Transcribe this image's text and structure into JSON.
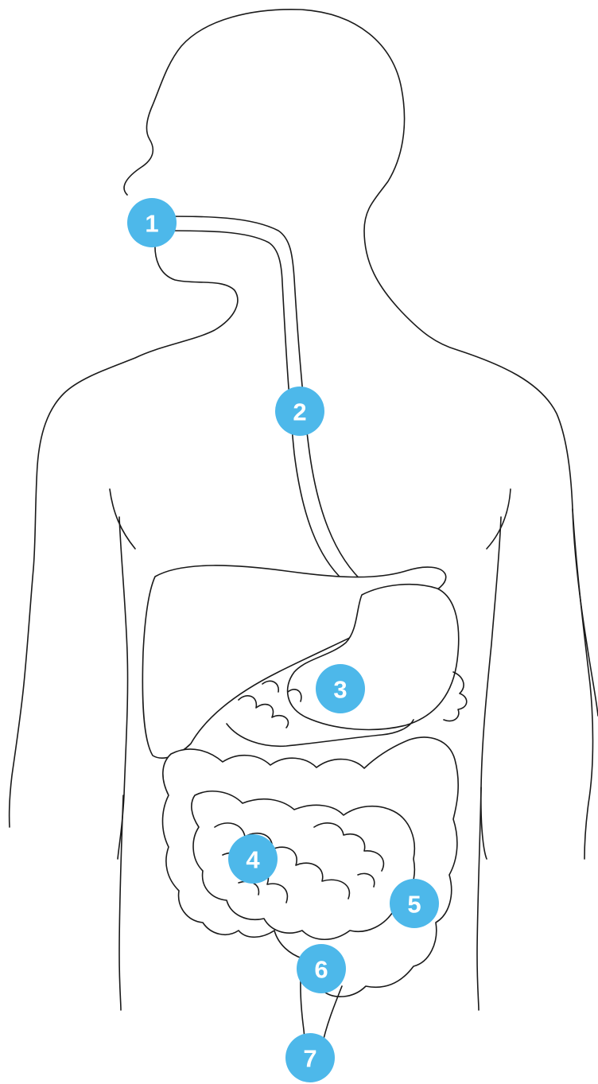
{
  "diagram": {
    "marker_color": "#4db8ea",
    "markers": [
      {
        "id": "mouth",
        "label": "1"
      },
      {
        "id": "esophagus",
        "label": "2"
      },
      {
        "id": "stomach",
        "label": "3"
      },
      {
        "id": "small-intestine",
        "label": "4"
      },
      {
        "id": "large-intestine",
        "label": "5"
      },
      {
        "id": "rectum",
        "label": "6"
      },
      {
        "id": "anus",
        "label": "7"
      }
    ]
  }
}
